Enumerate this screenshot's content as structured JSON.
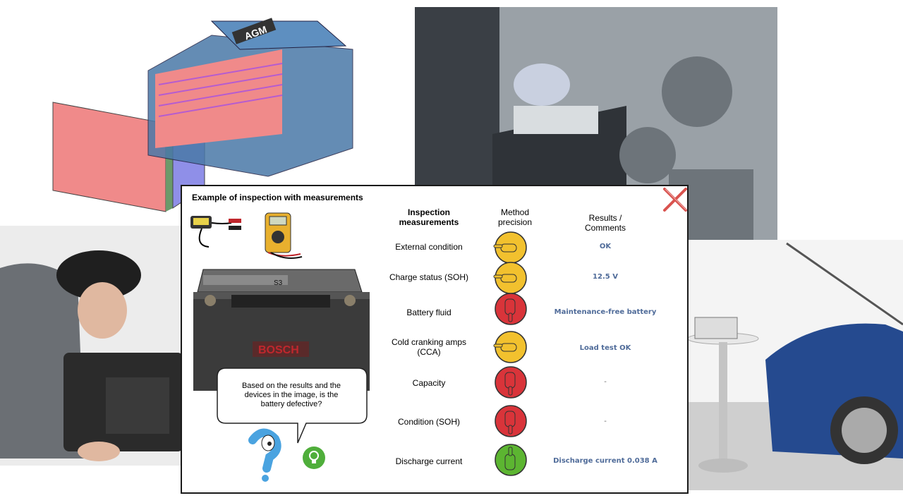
{
  "background": {
    "agm_battery": {
      "label": "AGM"
    },
    "battery_brand_text": "BOSCH",
    "battery_model_text": "S3"
  },
  "dialog": {
    "title": "Example of inspection with measurements",
    "columns": {
      "measurement": "Inspection measurements",
      "method": "Method precision",
      "results": "Results / Comments"
    },
    "rows": [
      {
        "label": "External condition",
        "rating": "thumb-side-yellow",
        "result": "OK"
      },
      {
        "label": "Charge status (SOH)",
        "rating": "thumb-side-yellow",
        "result": "12.5 V"
      },
      {
        "label": "Battery fluid",
        "rating": "thumb-down-red",
        "result": "Maintenance-free battery"
      },
      {
        "label": "Cold cranking amps (CCA)",
        "rating": "thumb-side-yellow",
        "result": "Load test OK"
      },
      {
        "label": "Capacity",
        "rating": "thumb-down-red",
        "result": "-"
      },
      {
        "label": "Condition (SOH)",
        "rating": "thumb-down-red",
        "result": "-"
      },
      {
        "label": "Discharge current",
        "rating": "thumb-up-green",
        "result": "Discharge current 0.038 A"
      }
    ],
    "question": "Based on the results and the devices in the image, is the battery defective?",
    "colors": {
      "yellow": "#f2c12e",
      "red": "#d9343a",
      "green": "#5cb531",
      "result_text": "#4f6b99",
      "close_red": "#d9534f"
    }
  }
}
